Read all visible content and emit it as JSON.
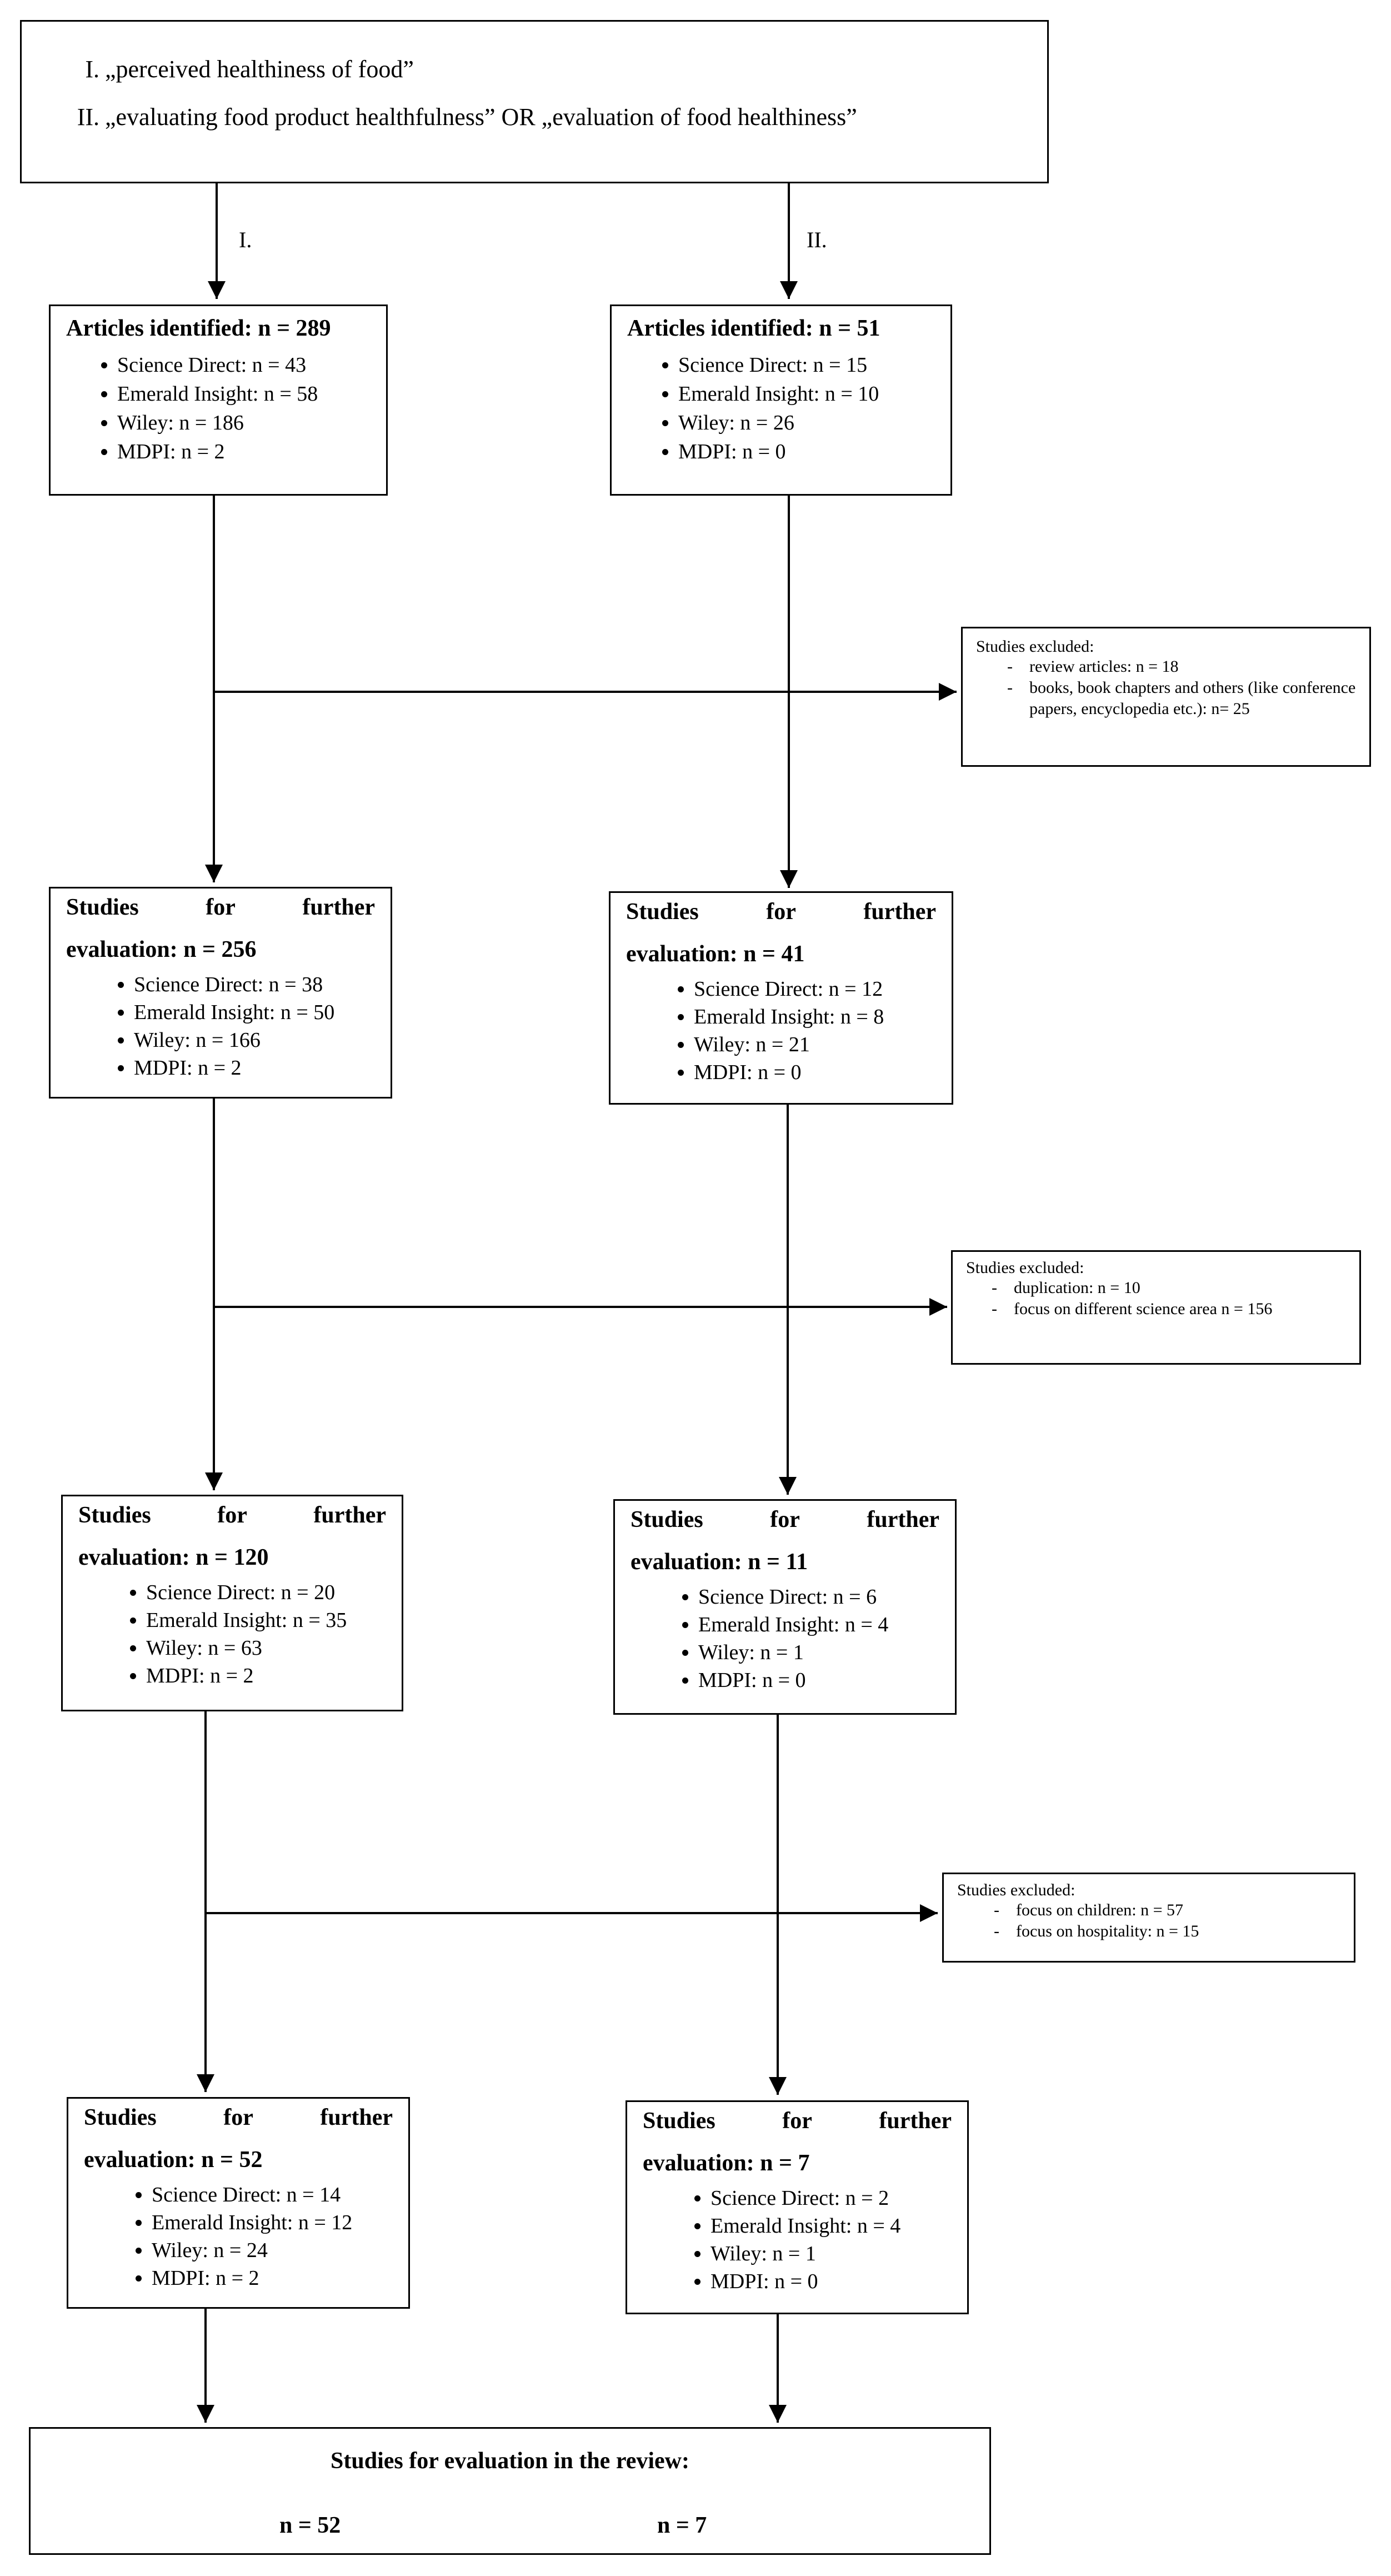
{
  "query": {
    "items": [
      {
        "num": "I.",
        "text": "„perceived healthiness of food”"
      },
      {
        "num": "II.",
        "text": "„evaluating food product healthfulness” OR „evaluation of food healthiness”"
      }
    ]
  },
  "branch_labels": {
    "left": "I.",
    "right": "II."
  },
  "identified": {
    "left": {
      "title": "Articles identified: n = 289",
      "items": [
        "Science Direct: n = 43",
        "Emerald Insight: n = 58",
        "Wiley: n = 186",
        "MDPI: n = 2"
      ]
    },
    "right": {
      "title": "Articles identified: n = 51",
      "items": [
        "Science Direct: n = 15",
        "Emerald Insight: n = 10",
        "Wiley: n = 26",
        "MDPI: n = 0"
      ]
    }
  },
  "exclusions": [
    {
      "title": "Studies excluded:",
      "items": [
        "review articles: n = 18",
        "books, book chapters and others (like conference papers, encyclopedia etc.): n= 25"
      ]
    },
    {
      "title": "Studies excluded:",
      "items": [
        "duplication: n = 10",
        "focus on different science area n = 156"
      ]
    },
    {
      "title": "Studies excluded:",
      "items": [
        "focus on children: n = 57",
        "focus on hospitality: n = 15"
      ]
    }
  ],
  "stages": [
    {
      "left": {
        "words": [
          "Studies",
          "for",
          "further"
        ],
        "line2": "evaluation: n = 256",
        "items": [
          "Science Direct: n = 38",
          "Emerald Insight: n = 50",
          "Wiley: n = 166",
          "MDPI: n = 2"
        ]
      },
      "right": {
        "words": [
          "Studies",
          "for",
          "further"
        ],
        "line2": "evaluation: n = 41",
        "items": [
          "Science Direct: n = 12",
          "Emerald Insight: n = 8",
          "Wiley: n = 21",
          "MDPI: n = 0"
        ]
      }
    },
    {
      "left": {
        "words": [
          "Studies",
          "for",
          "further"
        ],
        "line2": "evaluation: n = 120",
        "items": [
          "Science Direct: n = 20",
          "Emerald Insight: n = 35",
          "Wiley: n = 63",
          "MDPI: n = 2"
        ]
      },
      "right": {
        "words": [
          "Studies",
          "for",
          "further"
        ],
        "line2": "evaluation: n = 11",
        "items": [
          "Science Direct: n = 6",
          "Emerald Insight: n = 4",
          "Wiley: n = 1",
          "MDPI: n = 0"
        ]
      }
    },
    {
      "left": {
        "words": [
          "Studies",
          "for",
          "further"
        ],
        "line2": "evaluation: n = 52",
        "items": [
          "Science Direct: n = 14",
          "Emerald Insight: n = 12",
          "Wiley: n = 24",
          "MDPI: n = 2"
        ]
      },
      "right": {
        "words": [
          "Studies",
          "for",
          "further"
        ],
        "line2": "evaluation: n = 7",
        "items": [
          "Science Direct: n = 2",
          "Emerald Insight: n = 4",
          "Wiley: n = 1",
          "MDPI: n = 0"
        ]
      }
    }
  ],
  "final": {
    "title": "Studies for evaluation in the review:",
    "left_n": "n = 52",
    "right_n": "n = 7"
  }
}
